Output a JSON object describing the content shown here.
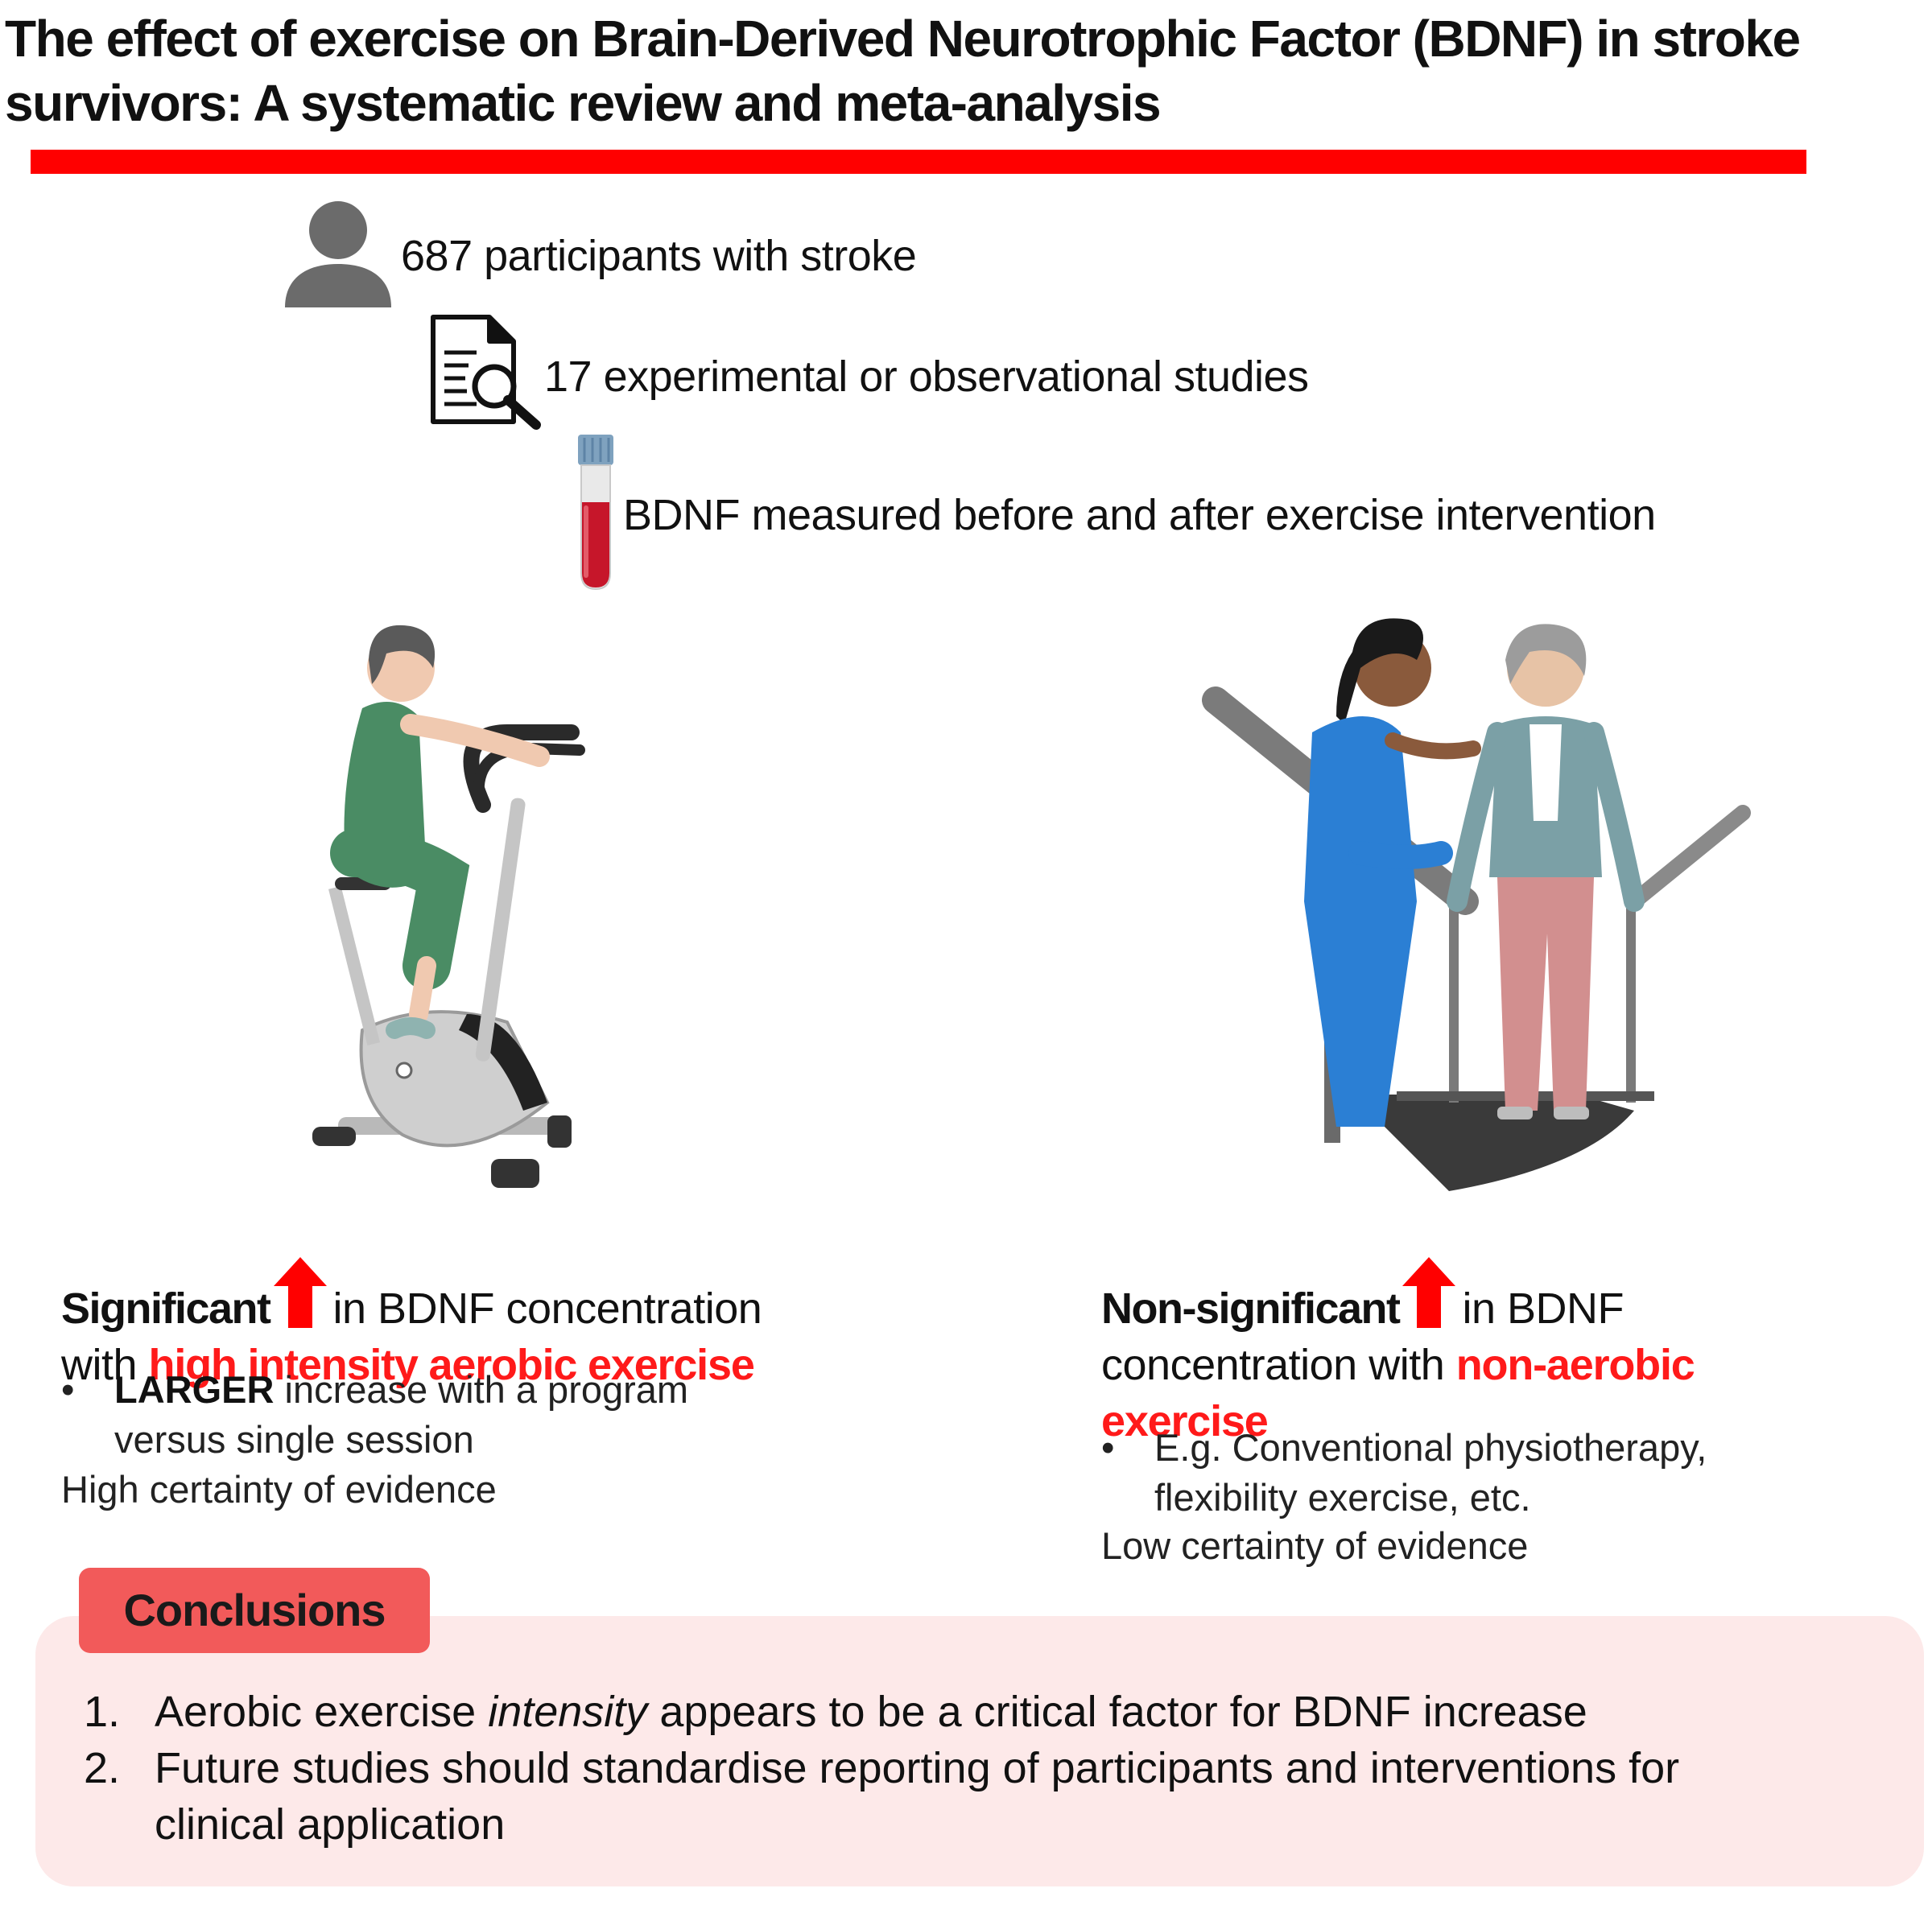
{
  "title": "The effect of exercise on Brain-Derived Neurotrophic Factor (BDNF) in stroke survivors: A systematic review and meta-analysis",
  "accent_color": "#ff0000",
  "stats": {
    "participants": "687 participants with stroke",
    "studies": "17 experimental or observational studies",
    "measurement": "BDNF measured before and after exercise intervention"
  },
  "icons": {
    "participants": "person-icon",
    "studies": "document-search-icon",
    "measurement": "blood-tube-icon",
    "aerobic": "exercise-bike-illustration",
    "non_aerobic": "physiotherapy-parallel-bars-illustration",
    "increase": "up-arrow-icon"
  },
  "left_finding": {
    "lead": "Significant",
    "rest_line1": "in BDNF concentration",
    "with": "with",
    "highlight": "high intensity aerobic exercise",
    "bullet_bold": "LARGER",
    "bullet_line1": "increase with a program",
    "bullet_line2": "versus single session",
    "certainty": "High certainty of evidence"
  },
  "right_finding": {
    "lead": "Non-significant",
    "rest_line1": "in BDNF",
    "line2_prefix": "concentration with",
    "highlight_line2": "non-aerobic",
    "highlight_line3": "exercise",
    "bullet_line1": "E.g. Conventional physiotherapy,",
    "bullet_line2": "flexibility exercise, etc.",
    "certainty": "Low certainty of evidence"
  },
  "conclusions": {
    "heading": "Conclusions",
    "item1_num": "1.",
    "item1_before": "Aerobic exercise",
    "item1_italic": "intensity",
    "item1_after": "appears to be a critical factor for BDNF increase",
    "item2_num": "2.",
    "item2_line1": "Future studies should standardise reporting of participants and interventions for",
    "item2_line2": "clinical application"
  }
}
